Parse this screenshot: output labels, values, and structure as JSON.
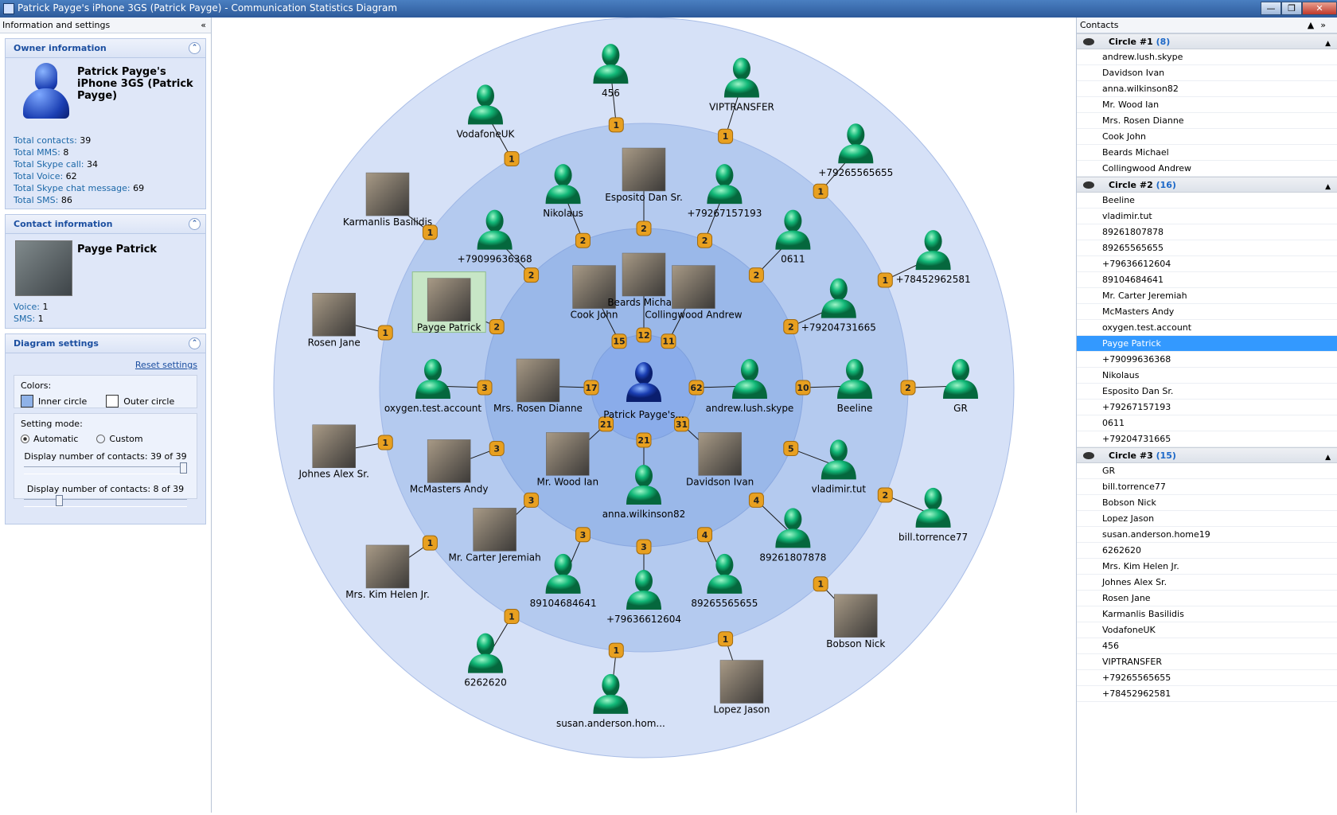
{
  "window": {
    "title": "Patrick Payge's iPhone 3GS (Patrick Payge) - Communication Statistics Diagram",
    "minimize": "—",
    "restore": "❐",
    "close": "✕"
  },
  "left_panel": {
    "header": "Information and settings",
    "collapse": "«",
    "owner": {
      "title": "Owner information",
      "name": "Patrick Payge's iPhone 3GS (Patrick Payge)",
      "stats": [
        {
          "label": "Total contacts:",
          "value": "39"
        },
        {
          "label": "Total MMS:",
          "value": "8"
        },
        {
          "label": "Total Skype call:",
          "value": "34"
        },
        {
          "label": "Total Voice:",
          "value": "62"
        },
        {
          "label": "Total Skype chat message:",
          "value": "69"
        },
        {
          "label": "Total SMS:",
          "value": "86"
        }
      ]
    },
    "contact": {
      "title": "Contact information",
      "name": "Payge Patrick",
      "stats": [
        {
          "label": "Voice:",
          "value": "1"
        },
        {
          "label": "SMS:",
          "value": "1"
        }
      ]
    },
    "settings": {
      "title": "Diagram settings",
      "reset": "Reset settings",
      "colors_label": "Colors:",
      "inner_circle": "Inner circle",
      "outer_circle": "Outer circle",
      "inner_color": "#8fb2e8",
      "outer_color": "#ffffff",
      "mode_label": "Setting mode:",
      "automatic": "Automatic",
      "custom": "Custom",
      "slider1_label": "Display number of contacts: 39 of 39",
      "slider1_fraction": 1.0,
      "slider2_label": "Display number of contacts: 8 of 39",
      "slider2_fraction": 0.205
    }
  },
  "right_panel": {
    "header": "Contacts",
    "circles": [
      {
        "label": "Circle #1",
        "count": "(8)",
        "items": [
          "andrew.lush.skype",
          "Davidson Ivan",
          "anna.wilkinson82",
          "Mr. Wood Ian",
          "Mrs. Rosen Dianne",
          "Cook John",
          "Beards Michael",
          "Collingwood Andrew"
        ]
      },
      {
        "label": "Circle #2",
        "count": "(16)",
        "items": [
          "Beeline",
          "vladimir.tut",
          "89261807878",
          "89265565655",
          "+79636612604",
          "89104684641",
          "Mr. Carter Jeremiah",
          "McMasters Andy",
          "oxygen.test.account",
          "Payge Patrick",
          "+79099636368",
          "Nikolaus",
          "Esposito Dan  Sr.",
          "+79267157193",
          "0611",
          "+79204731665"
        ]
      },
      {
        "label": "Circle #3",
        "count": "(15)",
        "items": [
          "GR",
          "bill.torrence77",
          "Bobson Nick",
          "Lopez Jason",
          "susan.anderson.home19",
          "6262620",
          "Mrs. Kim Helen  Jr.",
          "Johnes Alex  Sr.",
          "Rosen Jane",
          "Karmanlis Basilidis",
          "VodafoneUK",
          "456",
          "VIPTRANSFER",
          "+79265565655",
          "+78452962581"
        ]
      }
    ],
    "selected": "Payge Patrick"
  },
  "diagram": {
    "colors": {
      "outer": "#d6e1f7",
      "middle": "#b4caef",
      "inner": "#9ab8e9",
      "core": "#8aacea",
      "badge": "#e8a020",
      "person": "#12b878"
    },
    "center": {
      "label": "Patrick  Payge's..."
    },
    "nodes": [
      {
        "label": "Cook John",
        "count": "15",
        "ring": 1,
        "angle": 242,
        "photo": true
      },
      {
        "label": "Beards Michael",
        "count": "12",
        "ring": 1,
        "angle": 270,
        "photo": true
      },
      {
        "label": "Collingwood Andrew",
        "count": "11",
        "ring": 1,
        "angle": 298,
        "photo": true
      },
      {
        "label": "andrew.lush.skype",
        "count": "62",
        "ring": 1,
        "angle": 0,
        "photo": false
      },
      {
        "label": "Davidson Ivan",
        "count": "31",
        "ring": 1,
        "angle": 44,
        "photo": true
      },
      {
        "label": "anna.wilkinson82",
        "count": "21",
        "ring": 1,
        "angle": 90,
        "photo": false
      },
      {
        "label": "Mr. Wood Ian",
        "count": "21",
        "ring": 1,
        "angle": 136,
        "photo": true
      },
      {
        "label": "Mrs. Rosen Dianne",
        "count": "17",
        "ring": 1,
        "angle": 180,
        "photo": true
      },
      {
        "label": "Beeline",
        "count": "10",
        "ring": 2,
        "angle": 0,
        "photo": false
      },
      {
        "label": "vladimir.tut",
        "count": "5",
        "ring": 2,
        "angle": 22.5,
        "photo": false
      },
      {
        "label": "89261807878",
        "count": "4",
        "ring": 2,
        "angle": 45,
        "photo": false
      },
      {
        "label": "89265565655",
        "count": "4",
        "ring": 2,
        "angle": 67.5,
        "photo": false
      },
      {
        "label": "+79636612604",
        "count": "3",
        "ring": 2,
        "angle": 90,
        "photo": false
      },
      {
        "label": "89104684641",
        "count": "3",
        "ring": 2,
        "angle": 112.5,
        "photo": false
      },
      {
        "label": "Mr. Carter Jeremiah",
        "count": "3",
        "ring": 2,
        "angle": 135,
        "photo": true
      },
      {
        "label": "McMasters Andy",
        "count": "3",
        "ring": 2,
        "angle": 157.5,
        "photo": true
      },
      {
        "label": "oxygen.test.account",
        "count": "3",
        "ring": 2,
        "angle": 180,
        "photo": false
      },
      {
        "label": "Payge Patrick",
        "count": "2",
        "ring": 2,
        "angle": 202.5,
        "photo": true,
        "selected": true
      },
      {
        "label": "+79099636368",
        "count": "2",
        "ring": 2,
        "angle": 225,
        "photo": false
      },
      {
        "label": "Nikolaus",
        "count": "2",
        "ring": 2,
        "angle": 247.5,
        "photo": false
      },
      {
        "label": "Esposito Dan  Sr.",
        "count": "2",
        "ring": 2,
        "angle": 270,
        "photo": true
      },
      {
        "label": "+79267157193",
        "count": "2",
        "ring": 2,
        "angle": 292.5,
        "photo": false
      },
      {
        "label": "0611",
        "count": "2",
        "ring": 2,
        "angle": 315,
        "photo": false
      },
      {
        "label": "+79204731665",
        "count": "2",
        "ring": 2,
        "angle": 337.5,
        "photo": false
      },
      {
        "label": "GR",
        "count": "2",
        "ring": 3,
        "angle": 0,
        "photo": false
      },
      {
        "label": "bill.torrence77",
        "count": "2",
        "ring": 3,
        "angle": 24,
        "photo": false
      },
      {
        "label": "Bobson Nick",
        "count": "1",
        "ring": 3,
        "angle": 48,
        "photo": true
      },
      {
        "label": "Lopez Jason",
        "count": "1",
        "ring": 3,
        "angle": 72,
        "photo": true
      },
      {
        "label": "susan.anderson.hom...",
        "count": "1",
        "ring": 3,
        "angle": 96,
        "photo": false
      },
      {
        "label": "6262620",
        "count": "1",
        "ring": 3,
        "angle": 120,
        "photo": false
      },
      {
        "label": "Mrs. Kim Helen  Jr.",
        "count": "1",
        "ring": 3,
        "angle": 144,
        "photo": true
      },
      {
        "label": "Johnes Alex  Sr.",
        "count": "1",
        "ring": 3,
        "angle": 168,
        "photo": true
      },
      {
        "label": "Rosen Jane",
        "count": "1",
        "ring": 3,
        "angle": 192,
        "photo": true
      },
      {
        "label": "Karmanlis Basilidis",
        "count": "1",
        "ring": 3,
        "angle": 216,
        "photo": true
      },
      {
        "label": "VodafoneUK",
        "count": "1",
        "ring": 3,
        "angle": 240,
        "photo": false
      },
      {
        "label": "456",
        "count": "1",
        "ring": 3,
        "angle": 264,
        "photo": false
      },
      {
        "label": "VIPTRANSFER",
        "count": "1",
        "ring": 3,
        "angle": 288,
        "photo": false
      },
      {
        "label": "+79265565655",
        "count": "1",
        "ring": 3,
        "angle": 312,
        "photo": false
      },
      {
        "label": "+78452962581",
        "count": "1",
        "ring": 3,
        "angle": 336,
        "photo": false
      }
    ]
  }
}
